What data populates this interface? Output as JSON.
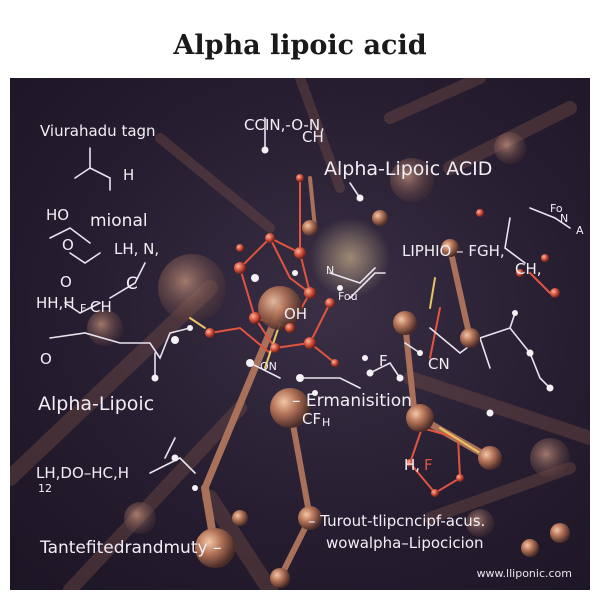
{
  "title": "Alpha lipoic acid",
  "labels": {
    "viurahadu": "Viurahadu tagn",
    "ccin": "CCIN,-O-N,",
    "ccin_ch": "CH",
    "h_tl": "H",
    "alpha_acid": "Alpha-Lipoic ACID",
    "ho": "HO",
    "mional": "mional",
    "o_left": "O",
    "lh_n": "LH, N,",
    "fo": "Fo",
    "n_r": "N",
    "a_r": "A",
    "liphio": "LIPHIO – FGH,",
    "ch_r": "CH,",
    "c_mid": "C",
    "o_hh": "O",
    "hh": "HH,H",
    "f_ch": "F",
    "ch_l": "CH",
    "o_wide": "O",
    "n_mid": "N",
    "fou": "Fou",
    "oh": "OH",
    "con": "ON",
    "cn": "CN",
    "f_mid": "F",
    "alpha_lipoic": "Alpha-Lipoic",
    "ermanisition": "– Ermanisition",
    "cfh": "CF",
    "cfh_sub": "H",
    "hf": "H,",
    "hf_f": "F",
    "lhdo": "LH,DO–HC,H",
    "twelve": "12",
    "turout": "– Turout-tlipcncipf-acus.",
    "wow": "wowalpha–Lipocicion",
    "tantef": "Tantefitedrandmuty –"
  },
  "website": "www.lliponic.com",
  "colors": {
    "background": "#261d30",
    "sphere": "#b7765a",
    "bond_red": "#e0553f",
    "label": "#f2eef5"
  }
}
